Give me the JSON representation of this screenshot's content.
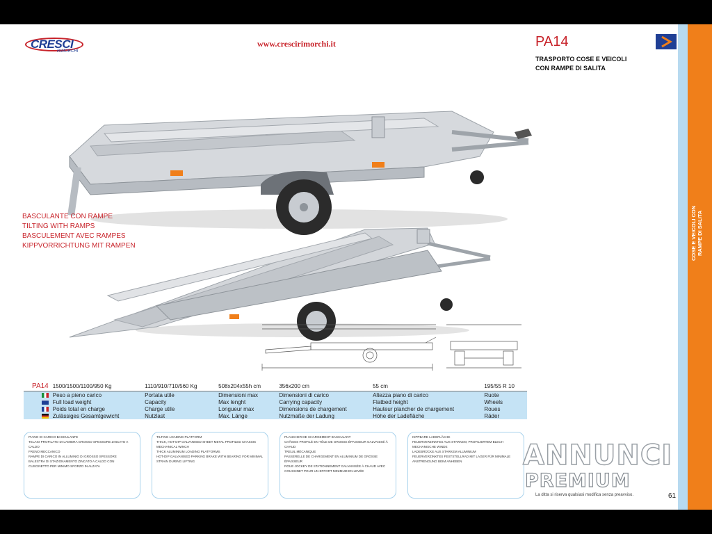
{
  "header": {
    "logo": "CRESCI",
    "logo_sub": "RIMORCHI",
    "url": "www.crescirimorchi.it",
    "model": "PA14",
    "subtitle": [
      "TRASPORTO COSE E VEICOLI",
      "CON RAMPE DI SALITA"
    ]
  },
  "side_tab": {
    "line1": "COSE E VEICOLI CON",
    "line2": "RAMPE DI SALITA"
  },
  "tilting_caption": [
    "BASCULANTE CON RAMPE",
    "TILTING WITH RAMPS",
    "BASCULEMENT AVEC RAMPES",
    "KIPPVORRICHTUNG MIT RAMPEN"
  ],
  "specs": {
    "model_code": "PA14",
    "values": [
      "1500/1500/1100/950 Kg",
      "1110/910/710/560 Kg",
      "508x204x55h cm",
      "356x200 cm",
      "55 cm",
      "195/55 R 10"
    ],
    "rows": [
      {
        "lang": "it",
        "flag_colors": [
          "#1b8f3a",
          "#ffffff",
          "#c8242b"
        ],
        "cells": [
          "Peso a pieno carico",
          "Portata utile",
          "Dimensioni max",
          "Dimensioni di carico",
          "Altezza piano di carico",
          "Ruote"
        ]
      },
      {
        "lang": "en",
        "flag_colors": [
          "#1f3f95",
          "#ffffff",
          "#c8242b"
        ],
        "cells": [
          "Full load weight",
          "Capacity",
          "Max lenght",
          "Carrying capacity",
          "Flatbed height",
          "Wheels"
        ]
      },
      {
        "lang": "fr",
        "flag_colors": [
          "#1f3f95",
          "#ffffff",
          "#c8242b"
        ],
        "cells": [
          "Poids total en charge",
          "Charge utile",
          "Longueur max",
          "Dimensions de chargement",
          "Hauteur plancher de chargement",
          "Roues"
        ]
      },
      {
        "lang": "de",
        "flag_colors": [
          "#111111",
          "#c8242b",
          "#f2c300"
        ],
        "cells": [
          "Zulässiges Gesamtgewicht",
          "Nutzlast",
          "Max. Länge",
          "Nutzmaße der Ladung",
          "Höhe der Ladefläche",
          "Räder"
        ]
      }
    ]
  },
  "feature_boxes": [
    [
      "PIANO DI CARICO BASCULANTE",
      "TELAIO PROFILATO DI LAMIERA GROSSO SPESSORE ZINCATO A CALDO",
      "FRENO MECCANICO",
      "RAMPE DI CARICO IN ALLUMINIO DI GROSSO SPESSORE",
      "BALESTRA DI STAZIONAMENTO ZINCATO A CALDO CON CUSCINETTO PER MINIMO SFORZO IN ALZATA"
    ],
    [
      "TILTING LOADING PLATFORM",
      "THICK, HOT-DIP GALVANISED SHEET METAL PROFILED CHASSIS",
      "MECHANICAL WINCH",
      "THICK ALUMINIUM LOADING PLATFORMS",
      "HOT-DIP GALVANISED PARKING BRAKE WITH BEARING FOR MINIMAL STRAIN DURING LIFTING"
    ],
    [
      "PLANCHER DE CHARGEMENT BASCULANT",
      "CHÂSSIS PROFILÉ EN TÔLE DE GROSSE ÉPAISSEUR GALVANISÉ À CHAUD",
      "TREUIL MÉCANIQUE",
      "PASSERELLE DE CHARGEMENT EN ALUMINIUM DE GROSSE ÉPAISSEUR",
      "ROUE JOCKEY DE STATIONNEMENT GALVANISÉE À CHAUD AVEC COUSSINET POUR UN EFFORT MINIMUM EN LEVÉE"
    ],
    [
      "KIPPBARE LADEFLÄCHE",
      "FEUERVERZINKTES AUS STARKEM, PROFILIERTEM BLECH",
      "MECHANISCHE WINDE",
      "LADEBRÜCKE AUS STARKEM ALUMINIUM",
      "FEUERVERZINKTES FESTSTELLRAD MIT LAGER FÜR MINIMALE ANSTRENGUNG BEIM ANHEBEN"
    ]
  ],
  "footnote": "La ditta si riserva qualsiasi modifica senza preavviso.",
  "page_number": "61",
  "watermark": {
    "line1": "ANNUNCI",
    "line2": "PREMIUM"
  }
}
